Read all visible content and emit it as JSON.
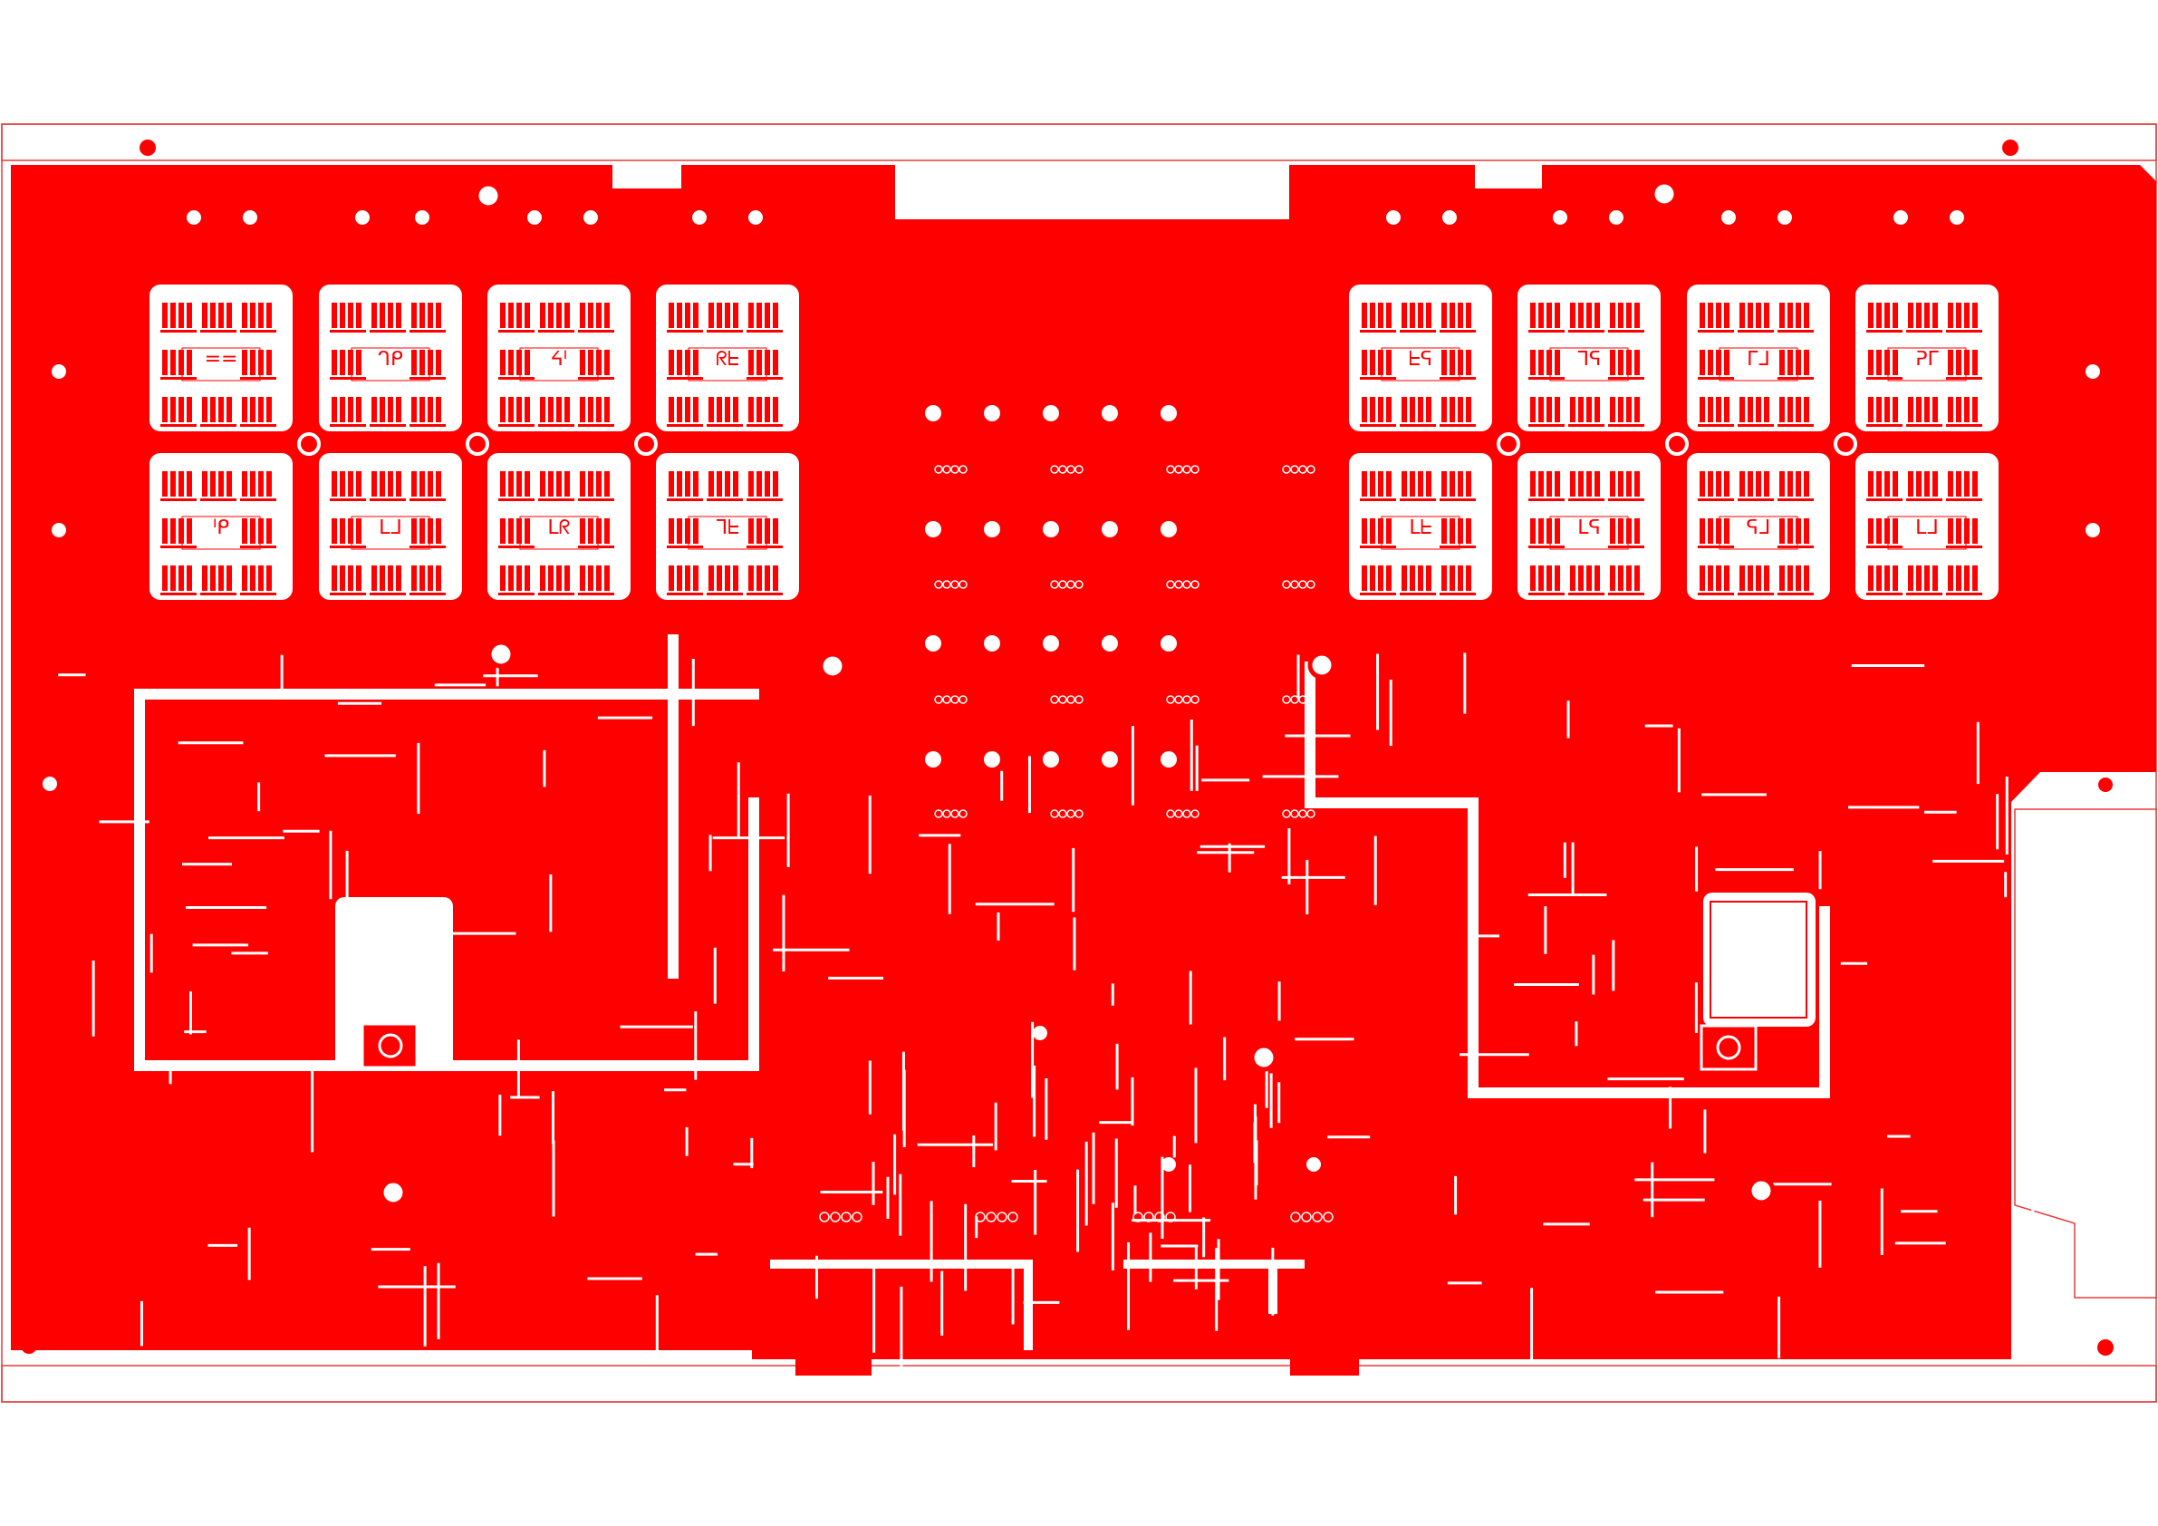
{
  "colors": {
    "background": "#ffffff",
    "copper": "#ff0000",
    "outline": "#e83a3a",
    "clearance": "#ffffff"
  },
  "board": {
    "layer": "copper-fill",
    "module_grid_left": {
      "rows": 2,
      "cols": 4
    },
    "module_grid_right": {
      "rows": 2,
      "cols": 4
    },
    "module_labels_left": [
      "==",
      "ᒉᑭ",
      "ᔦᑊ",
      "ᖇᖶ",
      "ᑊᑭ",
      "ᒪᒧ",
      "ᒪᖇ",
      "ᒣᖶ"
    ],
    "module_labels_right": [
      "ᖶᕋ",
      "ᒣᕋ",
      "ᒥᒧ",
      "ᕈᒥ",
      "ᒪᖶ",
      "ᒪᕋ",
      "ᕋᒧ",
      "ᒪᒧ"
    ]
  }
}
